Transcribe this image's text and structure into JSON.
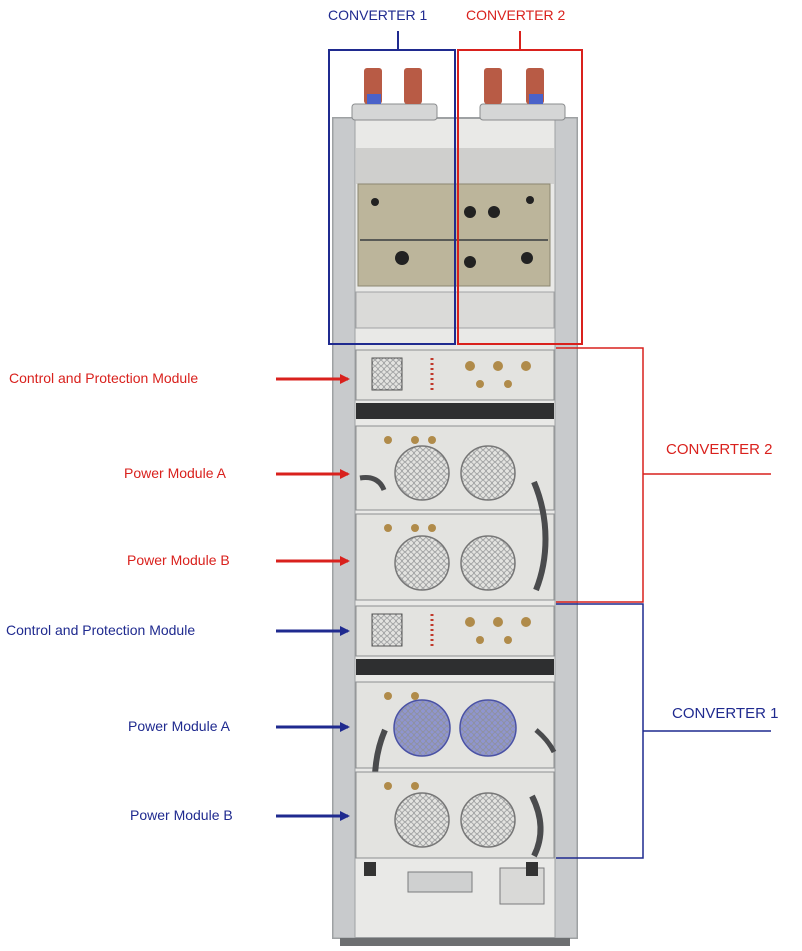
{
  "colors": {
    "converter1": "#1f2a8f",
    "converter2": "#d9211d",
    "frame": "#b9bcbf",
    "panel": "#e6e6e3",
    "copper": "#b85b45",
    "insulator": "#4a62c9",
    "fan_blue": "#6b74c4"
  },
  "top_labels": {
    "converter1": "CONVERTER 1",
    "converter2": "CONVERTER 2"
  },
  "side_labels": {
    "converter2": "CONVERTER 2",
    "converter1": "CONVERTER 1"
  },
  "modules": [
    {
      "label": "Control and Protection Module",
      "converter": "2"
    },
    {
      "label": "Power Module A",
      "converter": "2"
    },
    {
      "label": "Power Module B",
      "converter": "2"
    },
    {
      "label": "Control and Protection Module",
      "converter": "1"
    },
    {
      "label": "Power Module A",
      "converter": "1"
    },
    {
      "label": "Power Module B",
      "converter": "1"
    }
  ]
}
